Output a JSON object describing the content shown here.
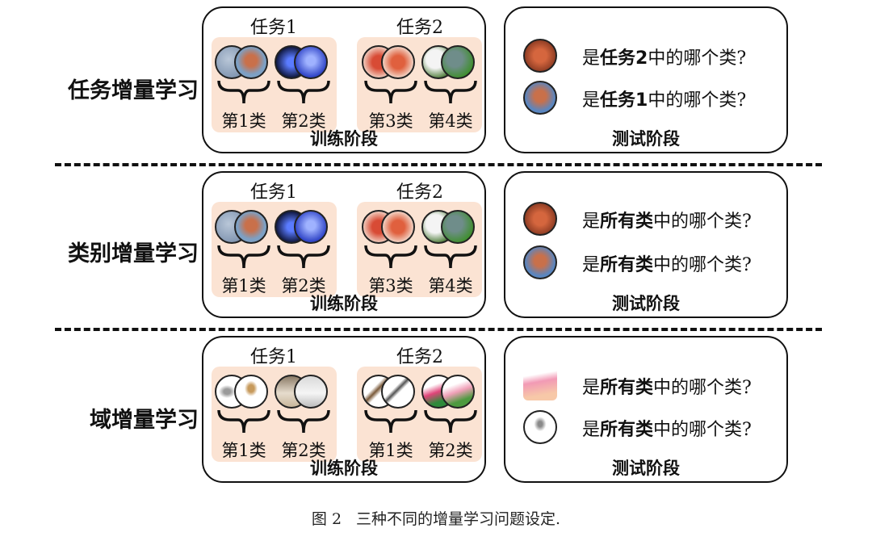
{
  "rows": [
    {
      "label": "任务增量学习",
      "train": {
        "tasks": [
          {
            "title": "任务1",
            "classes": [
              "第1类",
              "第2类"
            ]
          },
          {
            "title": "任务2",
            "classes": [
              "第3类",
              "第4类"
            ]
          }
        ],
        "stage": "训练阶段"
      },
      "test": {
        "questions": [
          {
            "pre": "是",
            "bold": "任务2",
            "post": "中的哪个类?"
          },
          {
            "pre": "是",
            "bold": "任务1",
            "post": "中的哪个类?"
          }
        ],
        "stage": "测试阶段"
      }
    },
    {
      "label": "类别增量学习",
      "train": {
        "tasks": [
          {
            "title": "任务1",
            "classes": [
              "第1类",
              "第2类"
            ]
          },
          {
            "title": "任务2",
            "classes": [
              "第3类",
              "第4类"
            ]
          }
        ],
        "stage": "训练阶段"
      },
      "test": {
        "questions": [
          {
            "pre": "是",
            "bold": "所有类",
            "post": "中的哪个类?"
          },
          {
            "pre": "是",
            "bold": "所有类",
            "post": "中的哪个类?"
          }
        ],
        "stage": "测试阶段"
      }
    },
    {
      "label": "域增量学习",
      "train": {
        "tasks": [
          {
            "title": "任务1",
            "classes": [
              "第1类",
              "第2类"
            ]
          },
          {
            "title": "任务2",
            "classes": [
              "第1类",
              "第2类"
            ]
          }
        ],
        "stage": "训练阶段"
      },
      "test": {
        "questions": [
          {
            "pre": "是",
            "bold": "所有类",
            "post": "中的哪个类?"
          },
          {
            "pre": "是",
            "bold": "所有类",
            "post": "中的哪个类?"
          }
        ],
        "stage": "测试阶段"
      }
    }
  ],
  "caption": {
    "number": "图 2",
    "text": "三种不同的增量学习问题设定."
  },
  "colors": {
    "task_bg": "#fbe3d3",
    "border": "#111111"
  }
}
